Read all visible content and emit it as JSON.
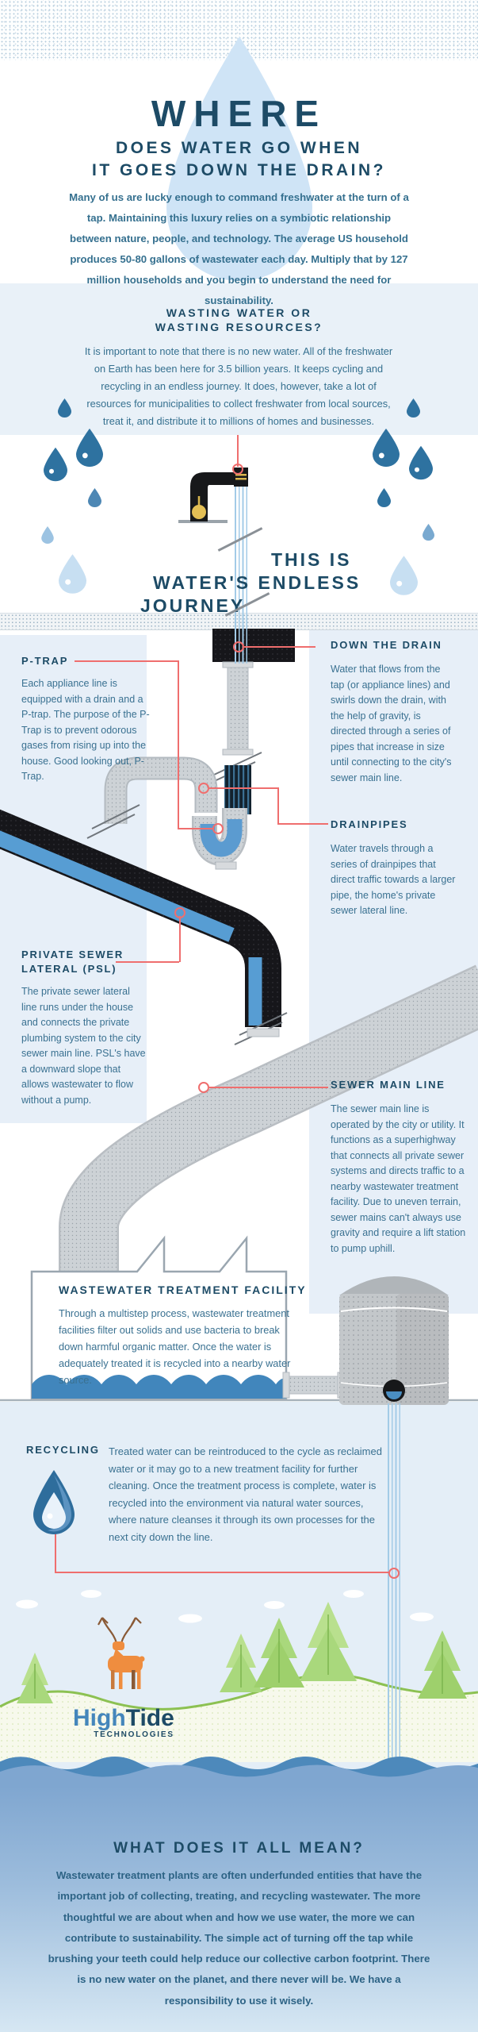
{
  "header": {
    "title": "WHERE",
    "subtitle_line1": "DOES WATER GO WHEN",
    "subtitle_line2": "IT GOES DOWN THE DRAIN?",
    "intro": "Many of us are lucky enough to command freshwater at the turn of a tap. Maintaining this luxury relies on a symbiotic relationship between nature, people, and technology. The average US household produces 50-80 gallons of wastewater each day. Multiply that by 127 million households and you begin to understand the need for sustainability."
  },
  "wasting": {
    "heading_line1": "WASTING WATER OR",
    "heading_line2": "WASTING RESOURCES?",
    "body": "It is important to note that there is no new water. All of the freshwater on Earth has been here for 3.5 billion years. It keeps cycling and recycling in an endless journey. It does, however, take a lot of resources for municipalities to collect freshwater from local sources, treat it, and distribute it to millions of homes and businesses."
  },
  "journey": {
    "line1": "THIS IS",
    "line2": "WATER'S ENDLESS",
    "line3": "JOURNEY"
  },
  "callouts": {
    "ptrap": {
      "title": "P-TRAP",
      "body": "Each appliance line is equipped with a drain and a P-trap. The purpose of the P-Trap is to prevent odorous gases from rising up into the house. Good looking out, P-Trap."
    },
    "down_the_drain": {
      "title": "DOWN THE DRAIN",
      "body": "Water that flows from the tap (or appliance lines) and swirls down the drain, with the help of gravity, is directed through a series of pipes that increase in size until connecting to the city's sewer main line."
    },
    "drainpipes": {
      "title": "DRAINPIPES",
      "body": "Water travels through a series of drainpipes that direct traffic towards a larger pipe, the home's private sewer lateral line."
    },
    "psl": {
      "title_line1": "PRIVATE SEWER",
      "title_line2": "LATERAL (PSL)",
      "body": "The private sewer lateral line runs under the house and connects the private plumbing system to the city sewer main line. PSL's have a downward slope that allows wastewater to flow without a pump."
    },
    "sewer_main": {
      "title": "SEWER MAIN LINE",
      "body": "The sewer main line is operated by the city or utility. It functions as a superhighway that connects all private sewer systems and directs traffic to a nearby wastewater treatment facility. Due to uneven terrain, sewer mains can't always use gravity and require a lift station to pump uphill."
    },
    "facility": {
      "title": "WASTEWATER TREATMENT FACILITY",
      "body": "Through a multistep process, wastewater treatment facilities filter out solids and use bacteria to break down harmful organic matter. Once the water is adequately treated it is recycled into a nearby water source."
    },
    "recycling": {
      "title": "RECYCLING",
      "body": "Treated water can be reintroduced to the cycle as reclaimed water or it may go to a new treatment facility for further cleaning. Once the treatment process is complete, water is recycled into the environment via natural water sources, where nature cleanses it through its own processes for the next city down the line."
    }
  },
  "footer": {
    "logo_high": "High",
    "logo_tide": "Tide",
    "logo_sub": "TECHNOLOGIES",
    "heading": "WHAT DOES IT ALL MEAN?",
    "body": "Wastewater treatment plants are often underfunded entities that have the important job of collecting, treating, and recycling wastewater. The more thoughtful we are about when and how we use water, the more we can contribute to sustainability. The simple act of turning off the tap while brushing your teeth could help reduce our collective carbon footprint. There is no new water on the planet, and there never will be. We have a responsibility to use it wisely."
  },
  "icons": {
    "water_drop": "drop shape",
    "faucet": "tap with gold handle",
    "recycle_drop": "water drop with recycling arrows",
    "factory": "treatment plant outline",
    "tank": "storage silo",
    "deer": "deer",
    "tree": "pine tree",
    "cloud": "cloud"
  },
  "colors": {
    "navy": "#1d4b66",
    "body_text": "#3a7191",
    "light_panel": "#e7eff8",
    "section_band": "#e9f1f8",
    "big_drop": "#cfe4f6",
    "connector_red": "#ef6e6e",
    "pipe_gray": "#cdd1d5",
    "pipe_black": "#16161a",
    "water_blue": "#579dd3",
    "wave_dark": "#4d89bb",
    "wave_body": "#7fa6d0",
    "tree_green": "#a9d87c",
    "hill_line_green": "#8cc152",
    "deer_orange": "#ef8d3f",
    "logo_blue": "#4486bb"
  }
}
